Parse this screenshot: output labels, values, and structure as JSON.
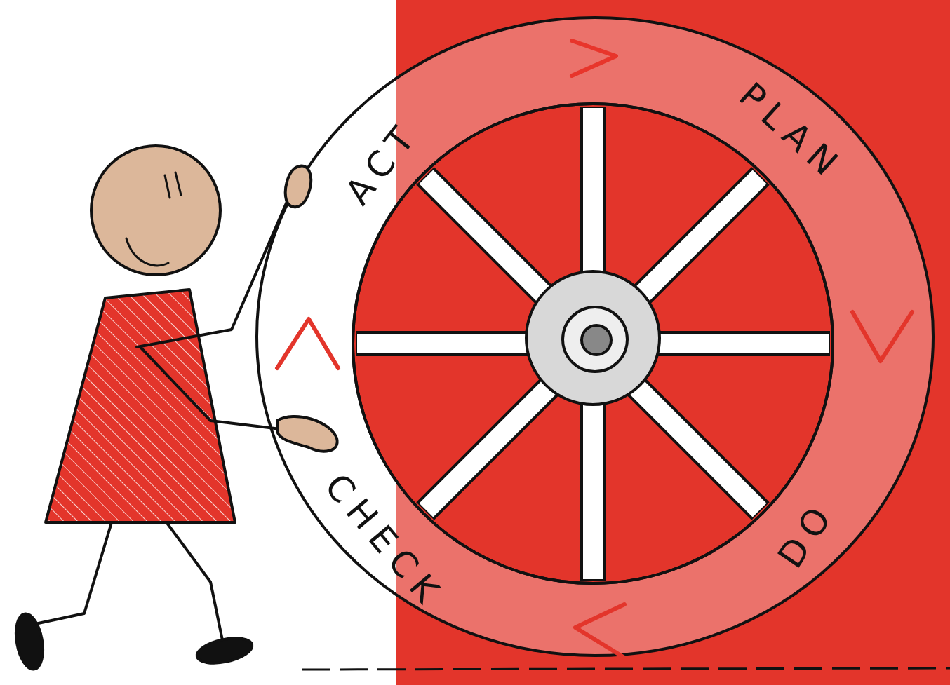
{
  "diagram": {
    "labels": [
      "ACT",
      "PLAN",
      "DO",
      "CHECK"
    ]
  }
}
